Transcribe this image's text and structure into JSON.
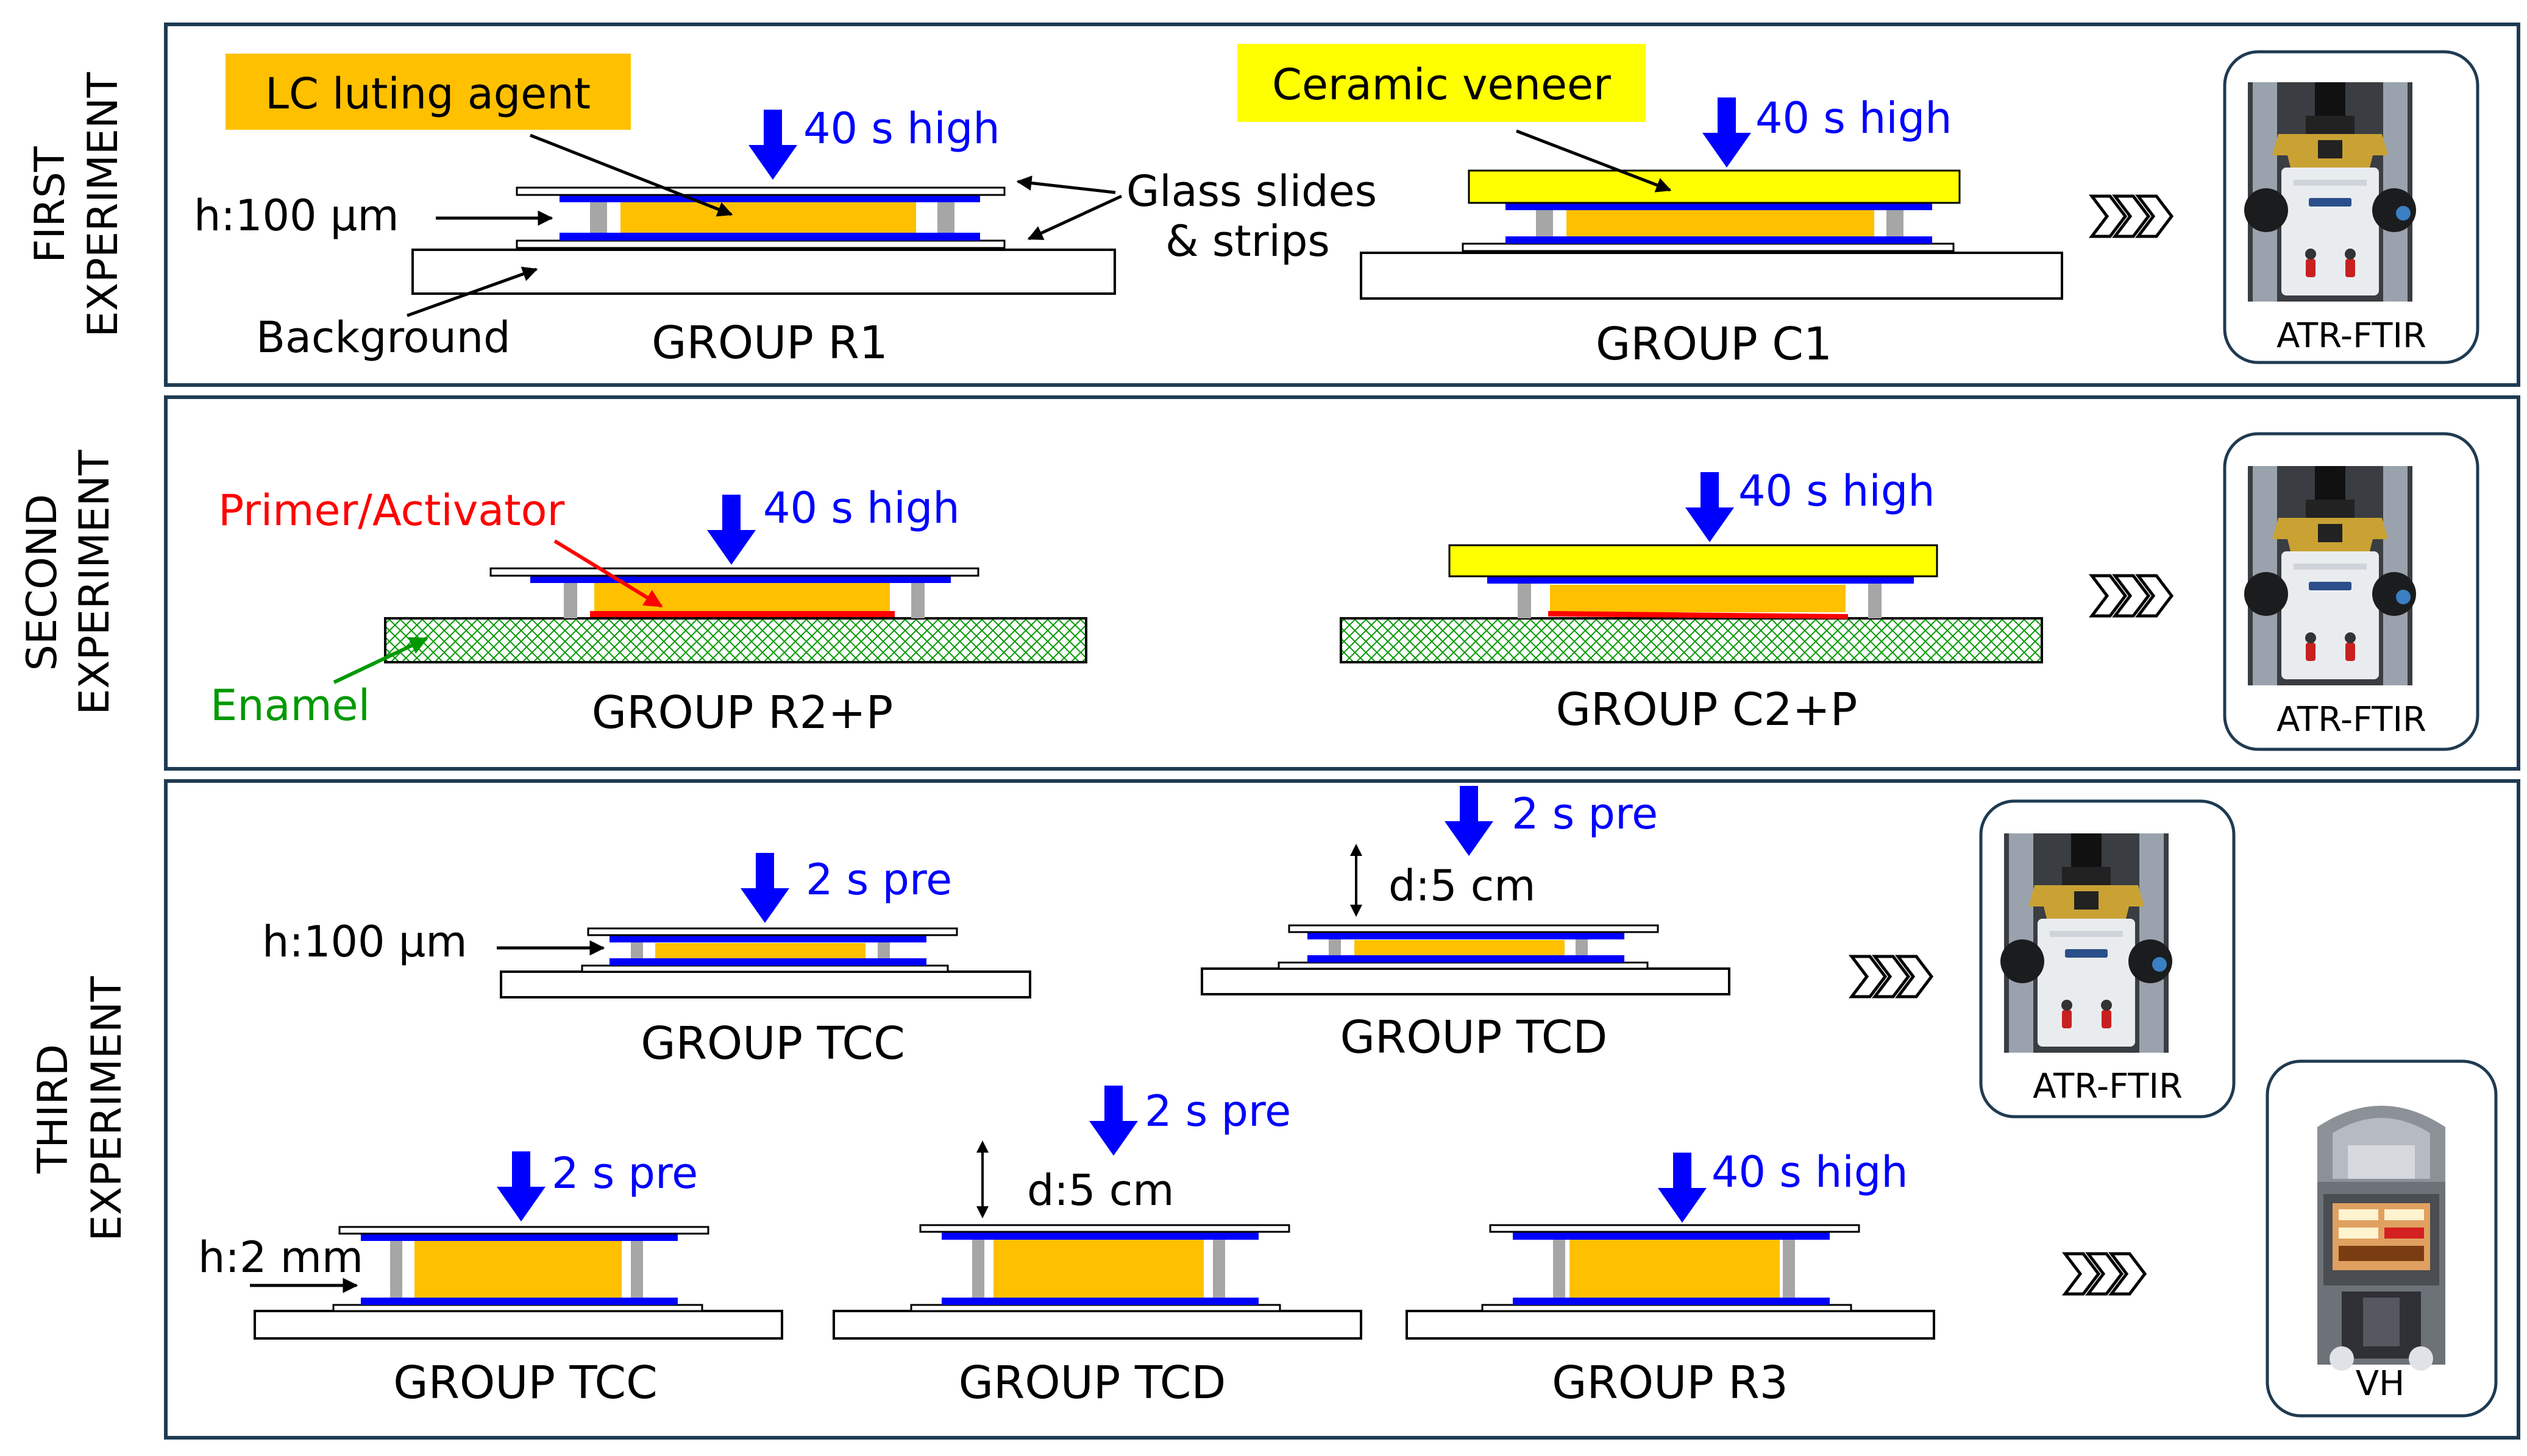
{
  "colors": {
    "frame": "#1f3b52",
    "orange": "#FFC000",
    "yellow": "#FFFF00",
    "blue": "#0000FF",
    "red": "#FF0000",
    "green": "#009900",
    "gray": "#A6A6A6",
    "label_blue": "#0000FF"
  },
  "experiments": {
    "first": {
      "side_label": [
        "FIRST",
        "EXPERIMENT"
      ],
      "callouts": {
        "lc_luting_agent": "LC luting agent",
        "ceramic_veneer": "Ceramic veneer",
        "glass_slides": [
          "Glass slides",
          "& strips"
        ],
        "height": "h:100 µm",
        "background": "Background"
      },
      "groups": [
        {
          "name": "GROUP R1",
          "light": "40 s high"
        },
        {
          "name": "GROUP C1",
          "light": "40 s high"
        }
      ],
      "instrument": "ATR-FTIR"
    },
    "second": {
      "side_label": [
        "SECOND",
        "EXPERIMENT"
      ],
      "callouts": {
        "primer": "Primer/Activator",
        "enamel": "Enamel"
      },
      "groups": [
        {
          "name": "GROUP R2+P",
          "light": "40 s high"
        },
        {
          "name": "GROUP C2+P",
          "light": "40 s high"
        }
      ],
      "instrument": "ATR-FTIR"
    },
    "third": {
      "side_label": [
        "THIRD",
        "EXPERIMENT"
      ],
      "callouts": {
        "height_thin": "h:100 µm",
        "height_thick": "h:2 mm",
        "distance_a": "d:5 cm",
        "distance_b": "d:5 cm"
      },
      "top_groups": [
        {
          "name": "GROUP TCC",
          "light": "2 s pre"
        },
        {
          "name": "GROUP TCD",
          "light": "2 s pre"
        }
      ],
      "bottom_groups": [
        {
          "name": "GROUP TCC",
          "light": "2 s pre"
        },
        {
          "name": "GROUP TCD",
          "light": "2 s pre"
        },
        {
          "name": "GROUP R3",
          "light": "40 s high"
        }
      ],
      "instrument_top": "ATR-FTIR",
      "instrument_bottom": "VH"
    }
  }
}
